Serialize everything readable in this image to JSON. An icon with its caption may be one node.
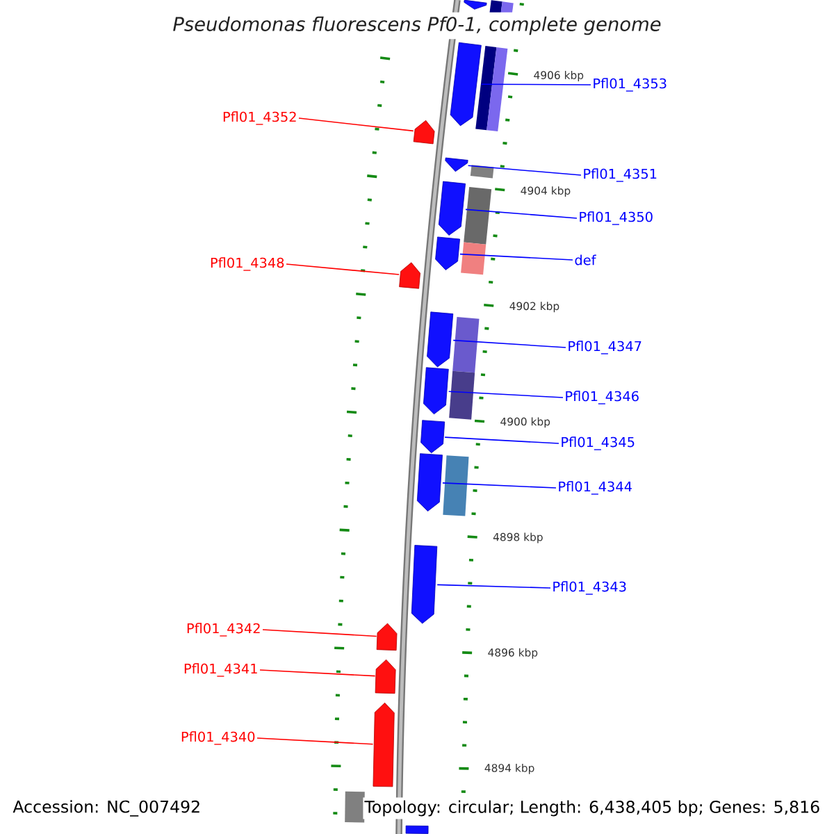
{
  "diagram": {
    "title": "Pseudomonas fluorescens Pf0-1, complete genome",
    "nodes": [
      {
        "text": [
          "Pfl01_4353"
        ]
      },
      {
        "text": [],
        "shape": "pentagon"
      },
      {
        "text": [
          "Pfl01_4352"
        ]
      },
      {
        "text": [],
        "shape": "pentagon"
      },
      {
        "text": [
          "Pfl01_4351"
        ]
      },
      {
        "text": [],
        "shape": "pentagon"
      },
      {
        "text": [
          "Pfl01_4350"
        ]
      },
      {
        "text": [],
        "shape": "pentagon"
      },
      {
        "text": [
          "def"
        ]
      },
      {
        "text": [],
        "shape": "pentagon"
      },
      {
        "text": [
          "Pfl01_4348"
        ]
      },
      {
        "text": [],
        "shape": "pentagon"
      },
      {
        "text": [
          "Pfl01_4347"
        ]
      },
      {
        "text": [],
        "shape": "pentagon"
      },
      {
        "text": [
          "Pfl01_4346"
        ]
      },
      {
        "text": [],
        "shape": "pentagon"
      },
      {
        "text": [
          "Pfl01_4345"
        ]
      },
      {
        "text": [],
        "shape": "pentagon"
      },
      {
        "text": [
          "Pfl01_4344"
        ]
      },
      {
        "text": [],
        "shape": "pentagon"
      },
      {
        "text": [
          "Pfl01_4343"
        ]
      },
      {
        "text": [],
        "shape": "pentagon"
      },
      {
        "text": [
          "Pfl01_4342"
        ]
      },
      {
        "text": [],
        "shape": "pentagon"
      },
      {
        "text": [
          "Pfl01_4341"
        ]
      },
      {
        "text": [],
        "shape": "pentagon"
      },
      {
        "text": [
          "Pfl01_4340"
        ]
      },
      {
        "text": [],
        "shape": "pentagon"
      }
    ],
    "edges": [
      {
        "from": 0,
        "to": 1,
        "arrow": "none"
      },
      {
        "from": 2,
        "to": 3,
        "arrow": "none",
        "color": "#ff0000"
      },
      {
        "from": 4,
        "to": 5,
        "arrow": "none"
      },
      {
        "from": 6,
        "to": 7,
        "arrow": "none"
      },
      {
        "from": 8,
        "to": 9,
        "arrow": "none"
      },
      {
        "from": 10,
        "to": 11,
        "arrow": "none",
        "color": "#ff0000"
      },
      {
        "from": 12,
        "to": 13,
        "arrow": "none"
      },
      {
        "from": 14,
        "to": 15,
        "arrow": "none"
      },
      {
        "from": 16,
        "to": 17,
        "arrow": "none"
      },
      {
        "from": 18,
        "to": 19,
        "arrow": "none"
      },
      {
        "from": 20,
        "to": 21,
        "arrow": "none"
      },
      {
        "from": 22,
        "to": 23,
        "arrow": "none",
        "color": "#ff0000"
      },
      {
        "from": 24,
        "to": 25,
        "arrow": "none",
        "color": "#ff0000"
      },
      {
        "from": 26,
        "to": 27,
        "arrow": "none",
        "color": "#ff0000"
      }
    ],
    "labels": [
      "4906 kbp",
      "4904 kbp",
      "4902 kbp",
      "4900 kbp",
      "4898 kbp",
      "4896 kbp",
      "4894 kbp",
      "Accession: NC_007492",
      "Topology: circular; Length: 6,438,405 bp; Genes: 5,816"
    ]
  }
}
